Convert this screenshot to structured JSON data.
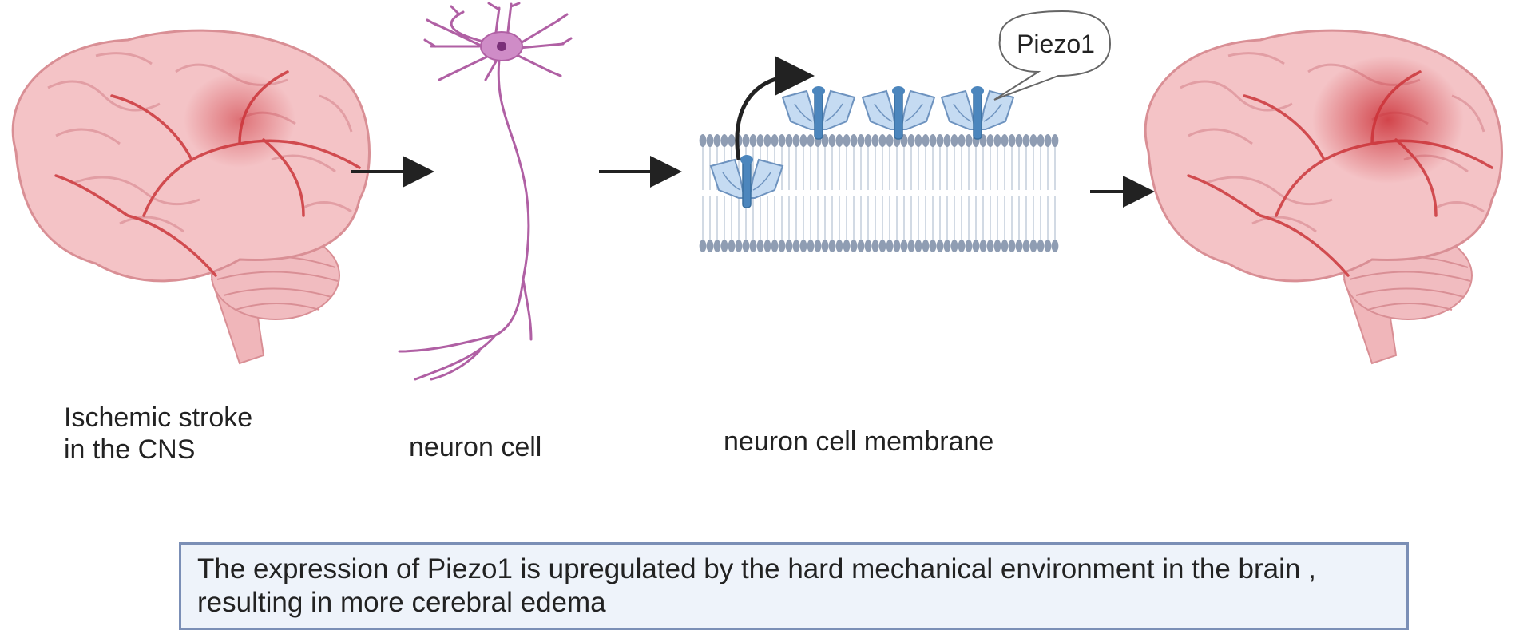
{
  "labels": {
    "stroke_line1": "Ischemic stroke",
    "stroke_line2": "in the CNS",
    "neuron": "neuron cell",
    "membrane": "neuron cell membrane",
    "protein": "Piezo1"
  },
  "caption": {
    "line1": "The expression of Piezo1 is upregulated by the hard mechanical environment in the brain ,",
    "line2": "resulting in more cerebral edema"
  },
  "colors": {
    "brain_fill": "#f4c3c6",
    "brain_vessel": "#d14b4f",
    "lesion": "#cc2e35",
    "neuron": "#b060a4",
    "membrane_head": "#8f9db3",
    "channel": "#b9d3ef",
    "caption_border": "#7b8fb6"
  }
}
